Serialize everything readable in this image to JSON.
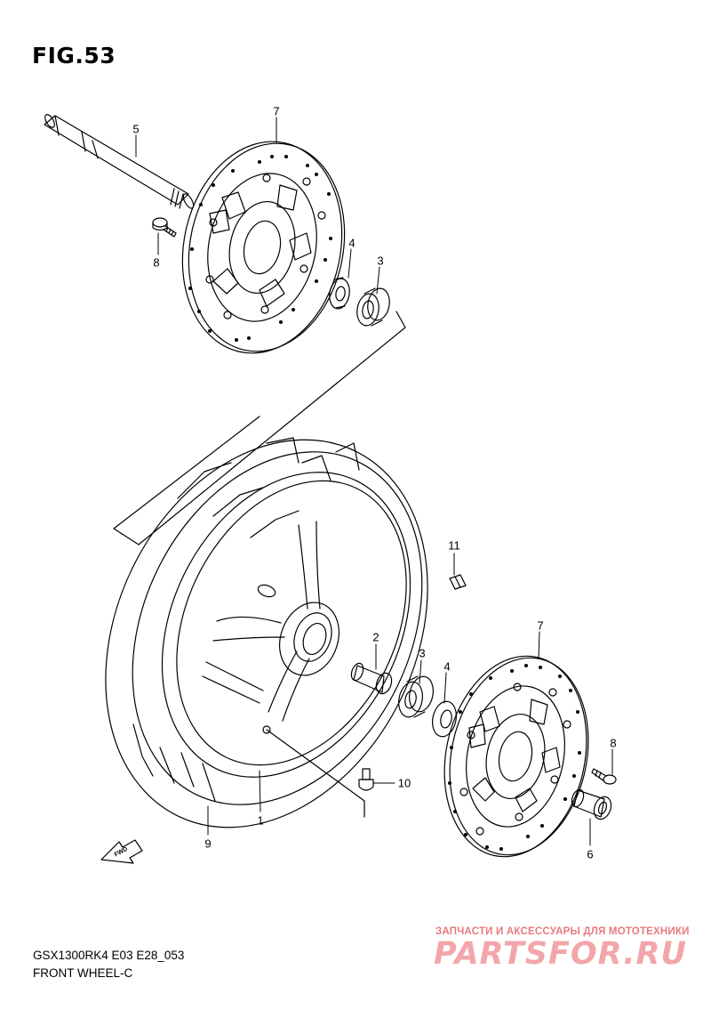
{
  "figure": {
    "title": "FIG.53",
    "code": "GSX1300RK4 E03 E28_053",
    "name": "FRONT WHEEL-C"
  },
  "callouts": [
    "5",
    "7",
    "8",
    "4",
    "3",
    "11",
    "2",
    "3",
    "4",
    "7",
    "8",
    "10",
    "1",
    "9",
    "6"
  ],
  "fwd_label": "FWD",
  "watermark": {
    "tagline": "ЗАПЧАСТИ И АКСЕССУАРЫ ДЛЯ МОТОТЕХНИКИ",
    "brand": "PARTSFOR.RU"
  }
}
